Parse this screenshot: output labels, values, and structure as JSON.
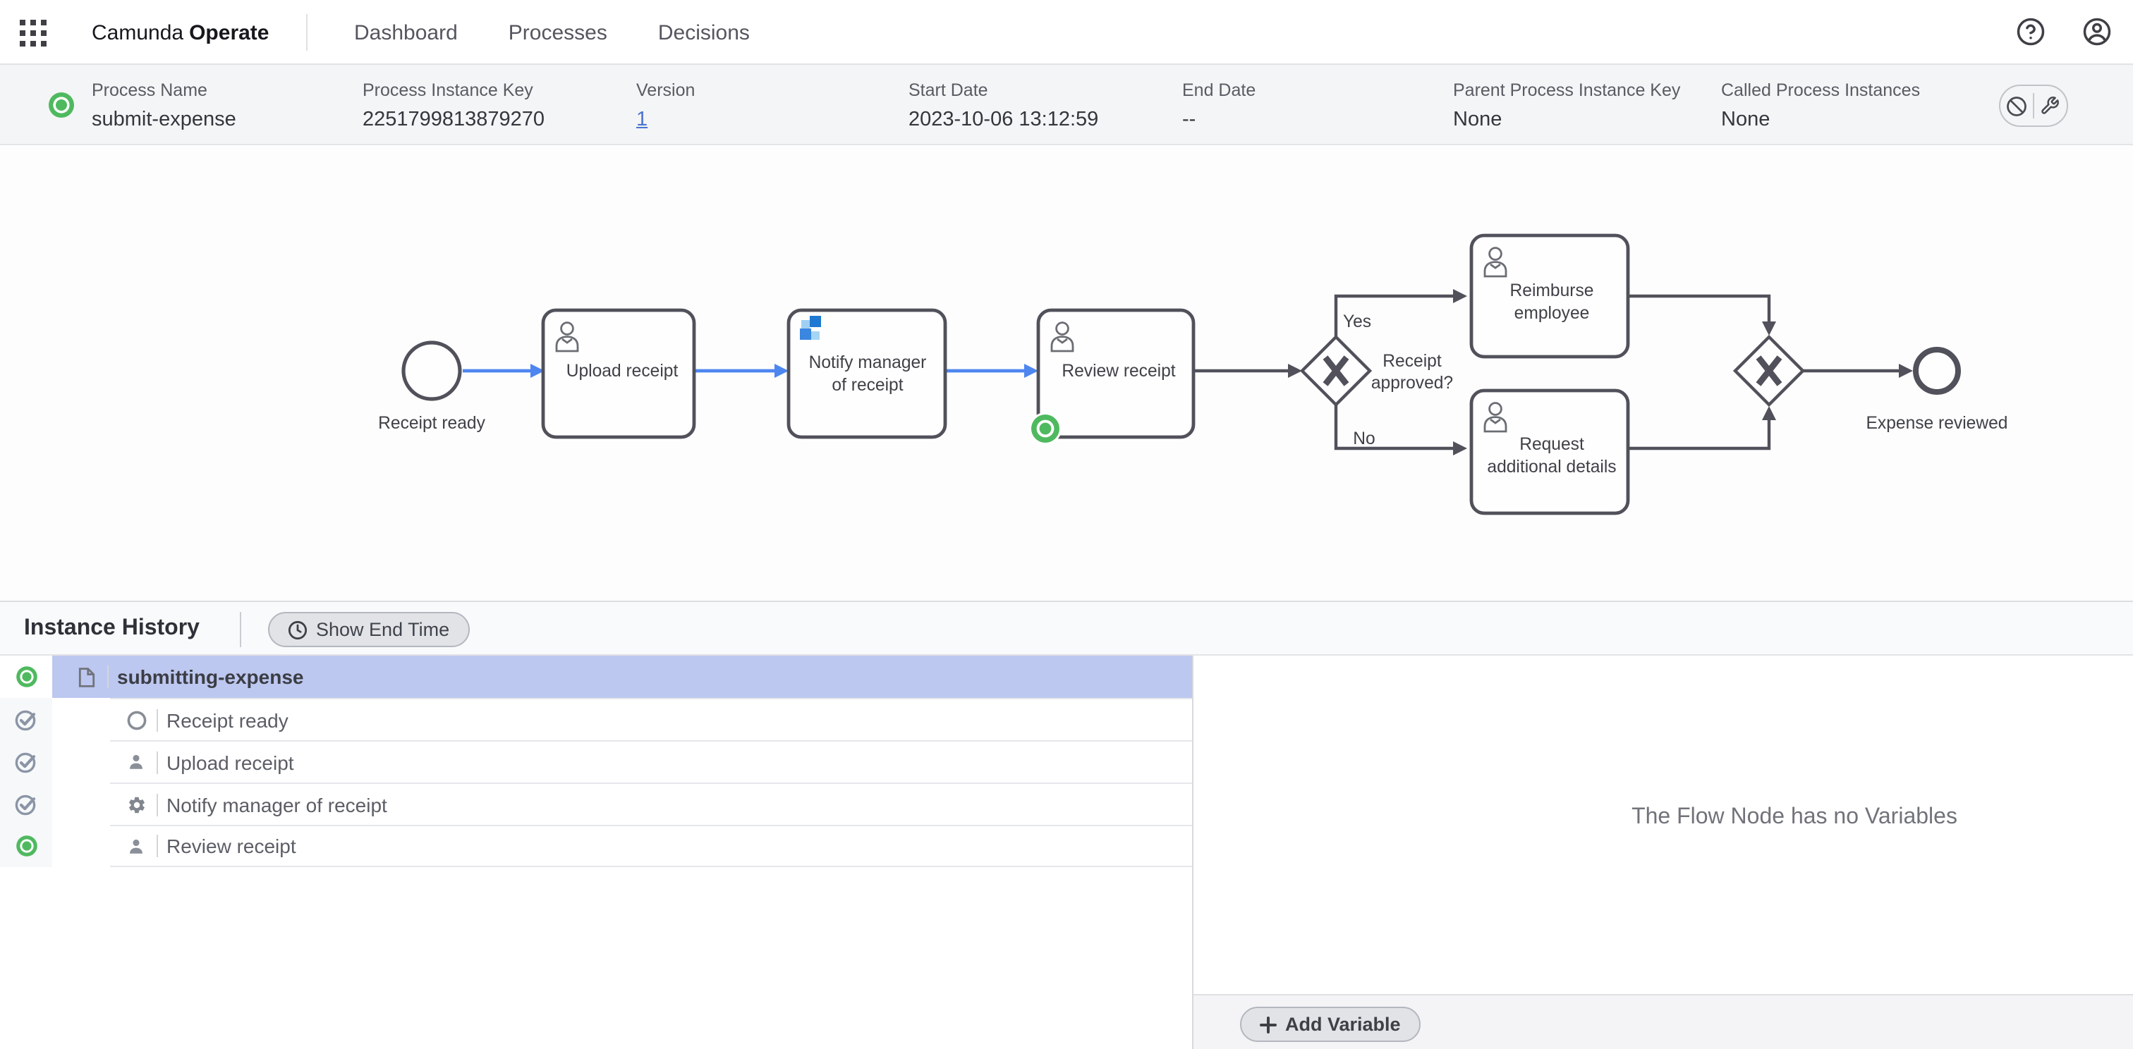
{
  "nav": {
    "brand_left": "Camunda",
    "brand_right": "Operate",
    "tabs": [
      {
        "label": "Dashboard"
      },
      {
        "label": "Processes"
      },
      {
        "label": "Decisions"
      }
    ]
  },
  "header": {
    "fields": [
      {
        "label": "Process Name",
        "value": "submit-expense"
      },
      {
        "label": "Process Instance Key",
        "value": "2251799813879270"
      },
      {
        "label": "Version",
        "value": "1"
      },
      {
        "label": "Start Date",
        "value": "2023-10-06 13:12:59"
      },
      {
        "label": "End Date",
        "value": "--"
      },
      {
        "label": "Parent Process Instance Key",
        "value": "None"
      },
      {
        "label": "Called Process Instances",
        "value": "None"
      }
    ],
    "instance_state": "active"
  },
  "diagram": {
    "start_event_label": "Receipt ready",
    "task_upload": "Upload receipt",
    "task_notify_line1": "Notify manager",
    "task_notify_line2": "of receipt",
    "task_review": "Review receipt",
    "gateway_question_line1": "Receipt",
    "gateway_question_line2": "approved?",
    "branch_yes": "Yes",
    "branch_no": "No",
    "task_reimburse_line1": "Reimburse",
    "task_reimburse_line2": "employee",
    "task_request_line1": "Request",
    "task_request_line2": "additional details",
    "end_event_label": "Expense reviewed",
    "active_flow_node": "Review receipt"
  },
  "history": {
    "title": "Instance History",
    "show_end_time_label": "Show End Time",
    "rows": [
      {
        "label": "submitting-expense",
        "icon": "process",
        "state": "active",
        "selected": true
      },
      {
        "label": "Receipt ready",
        "icon": "start-event",
        "state": "completed",
        "selected": false
      },
      {
        "label": "Upload receipt",
        "icon": "user-task",
        "state": "completed",
        "selected": false
      },
      {
        "label": "Notify manager of receipt",
        "icon": "service-task",
        "state": "completed",
        "selected": false
      },
      {
        "label": "Review receipt",
        "icon": "user-task",
        "state": "active",
        "selected": false
      }
    ]
  },
  "variables": {
    "empty_message": "The Flow Node has no Variables",
    "add_button_label": "Add Variable"
  },
  "colors": {
    "active_green": "#4fb95f",
    "completed_grey": "#8b95a6",
    "flow_blue": "#4e86f0",
    "diagram_stroke": "#50515a",
    "selected_row": "#bdc8f0",
    "link_blue": "#4a74cf"
  }
}
